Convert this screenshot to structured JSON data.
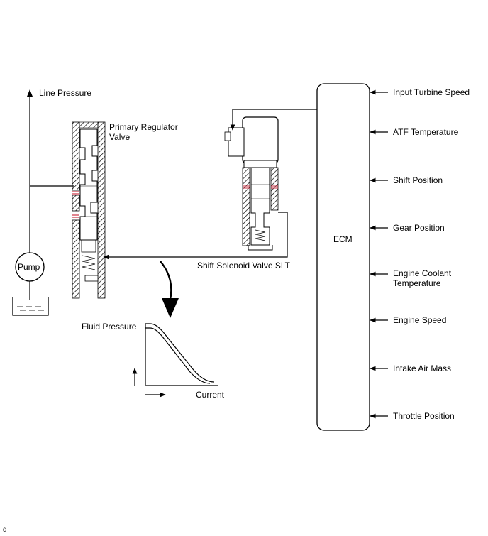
{
  "line_pressure": "Line Pressure",
  "primary_regulator_valve": "Primary Regulator\nValve",
  "pump": "Pump",
  "shift_solenoid": "Shift Solenoid Valve SLT",
  "ecm": "ECM",
  "graph": {
    "ylabel": "Fluid Pressure",
    "xlabel": "Current"
  },
  "ecm_inputs": [
    "Input Turbine Speed",
    "ATF Temperature",
    "Shift Position",
    "Gear Position",
    "Engine Coolant\nTemperature",
    "Engine Speed",
    "Intake Air Mass",
    "Throttle Position"
  ],
  "footer_mark": "d",
  "colors": {
    "line": "#000000",
    "highlight": "#cc3344",
    "fill": "#ffffff"
  }
}
